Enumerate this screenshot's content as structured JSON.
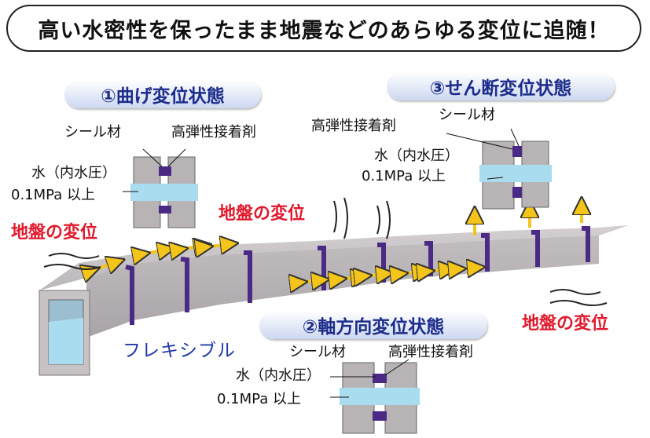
{
  "headline": "高い水密性を保ったまま地震などのあらゆる変位に追随！",
  "states": {
    "bend": {
      "title": "①曲げ変位状態",
      "seal": "シール材",
      "adhesive": "高弾性接着剤",
      "water": "水（内水圧）",
      "pressure": "0.1MPa 以上"
    },
    "shear": {
      "title": "③せん断変位状態",
      "seal": "シール材",
      "adhesive": "高弾性接着剤",
      "water": "水（内水圧）",
      "pressure": "0.1MPa 以上"
    },
    "axial": {
      "title": "②軸方向変位状態",
      "seal": "シール材",
      "adhesive": "高弾性接着剤",
      "water": "水（内水圧）",
      "pressure": "0.1MPa 以上"
    }
  },
  "ground_label_left": "地盤の変位",
  "ground_label_center": "地盤の変位",
  "ground_label_right": "地盤の変位",
  "flexible_label": "フレキシブル",
  "colors": {
    "concrete": "#b8b4b6",
    "band": "#4b2a86",
    "water": "#a9dcef",
    "arrow": "#f3c51a",
    "red_text": "#e0192c",
    "title_blue": "#1c2c8a"
  }
}
